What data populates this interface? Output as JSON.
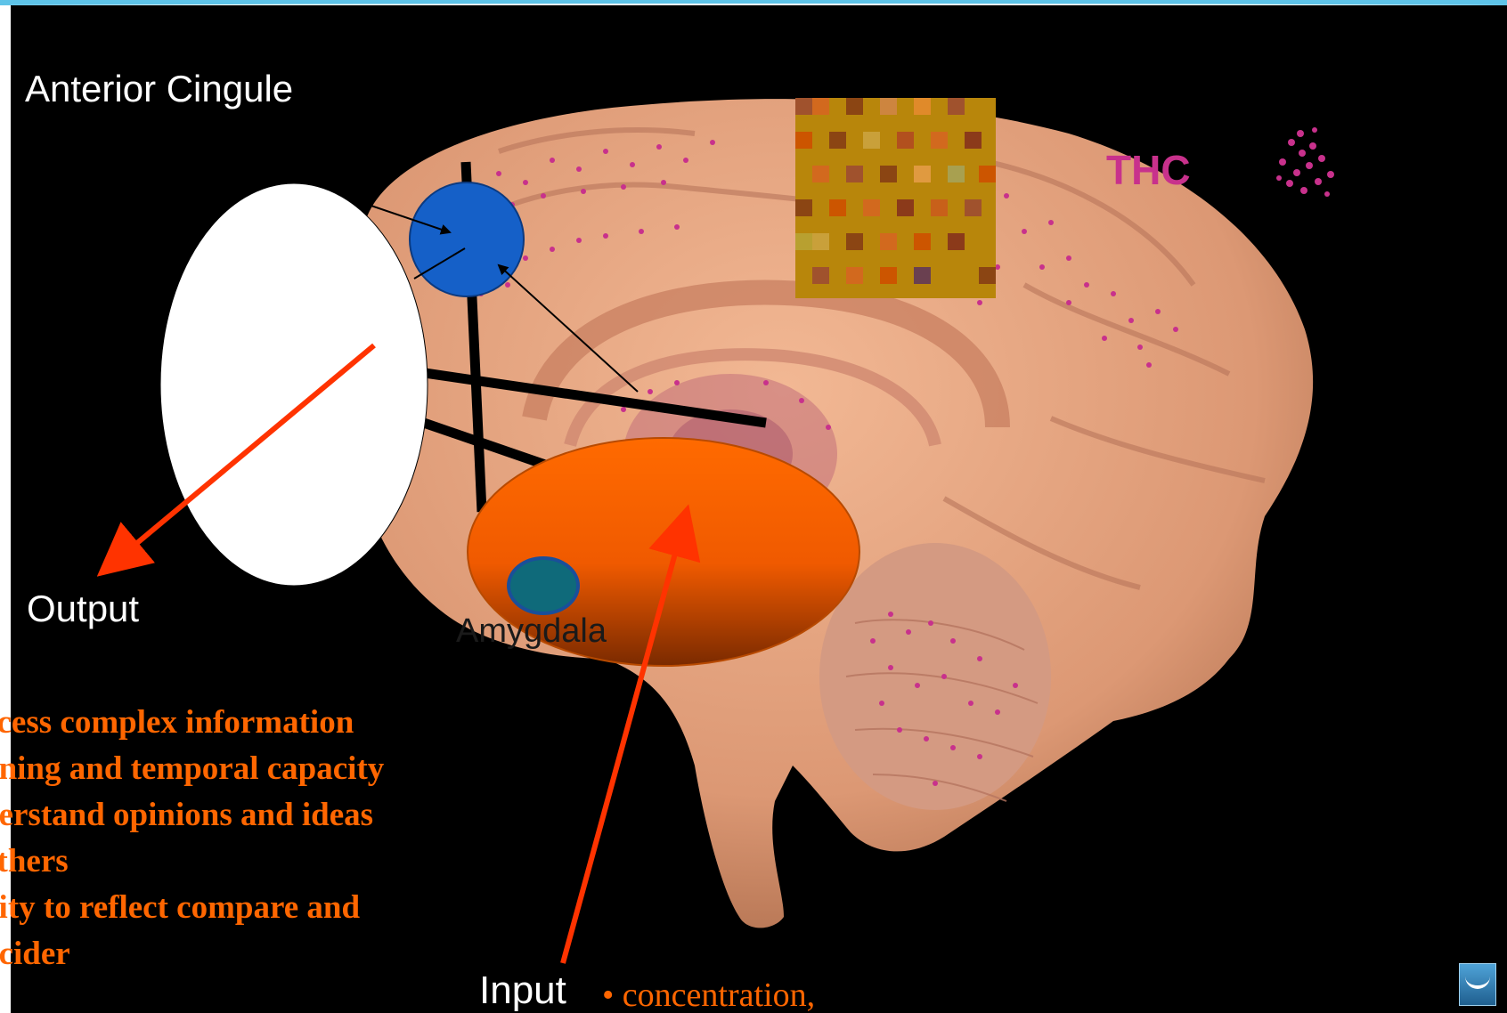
{
  "labels": {
    "anterior_cingule": "Anterior Cingule",
    "output": "Output",
    "amygdala": "Amygdala",
    "input": "Input",
    "thc": "THC"
  },
  "function_bullets": [
    "ocess complex information",
    "nning and temporal capacity",
    "derstand opinions and ideas",
    " others",
    "ility to reflect compare and",
    "ncider"
  ],
  "input_effects": [
    "• concentration,"
  ],
  "colors": {
    "background": "#000000",
    "brain_tissue": "#e6a07d",
    "arrow_red": "#ff3300",
    "text_orange": "#ff6600",
    "cingule_blue": "#1560c8",
    "amygdala_teal": "#0f6a7a",
    "limbic_orange": "#ff6a00",
    "thc_magenta": "#d0308c"
  },
  "icons": {
    "corner": "presentation-logo-icon",
    "particles": "thc-molecule-cluster-icon"
  }
}
